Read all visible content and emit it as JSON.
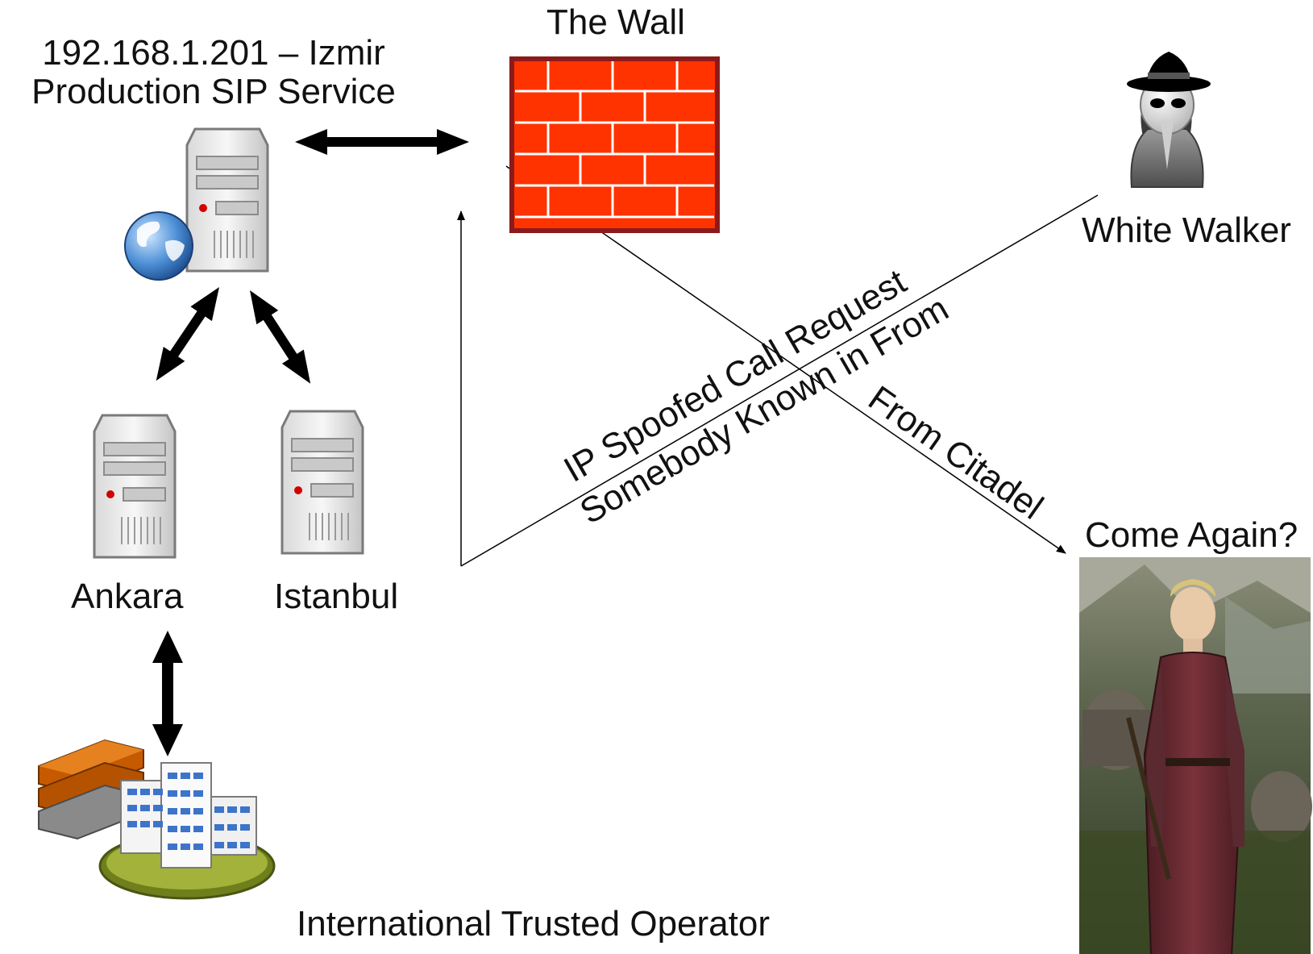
{
  "labels": {
    "sip_service_line1": "192.168.1.201 – Izmir",
    "sip_service_line2": "Production SIP Service",
    "wall": "The Wall",
    "white_walker": "White Walker",
    "ankara": "Ankara",
    "istanbul": "Istanbul",
    "come_again": "Come Again?",
    "operator": "International Trusted Operator",
    "spoof_line1": "IP Spoofed Call Request",
    "spoof_line2": "Somebody Known in From",
    "from_citadel": "From Citadel"
  },
  "colors": {
    "brick": "#ff3300",
    "brick_border": "#8b1a1a",
    "mortar": "#ffffff",
    "server_light": "#f2f2f2",
    "server_shade": "#bdbdbd",
    "arrow": "#000000"
  },
  "icons": {
    "sip_server": "server-globe-icon",
    "firewall": "firewall-brick-icon",
    "attacker": "spy-person-icon",
    "ankara_server": "server-icon",
    "istanbul_server": "server-icon",
    "operator": "datacenter-buildings-icon",
    "photo": "person-photo"
  }
}
